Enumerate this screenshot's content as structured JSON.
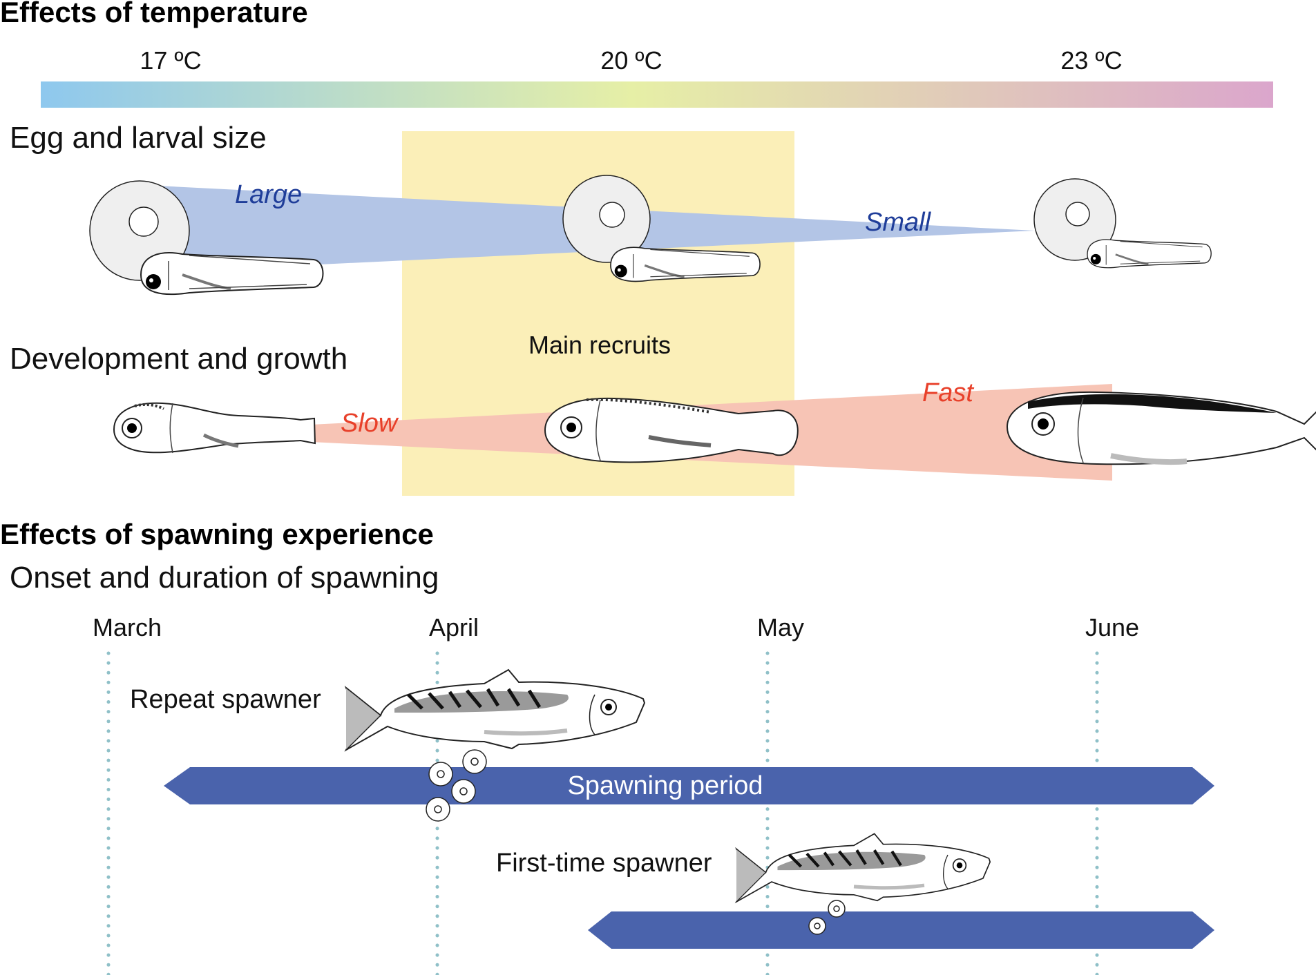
{
  "section_temperature": {
    "title": "Effects of temperature",
    "temperatures": [
      "17 ºC",
      "20 ºC",
      "23 ºC"
    ],
    "gradient_colors": [
      "#8ec8ee",
      "#e6efa6",
      "#dba6cc"
    ],
    "egg_larval": {
      "title": "Egg and larval size",
      "large_label": "Large",
      "small_label": "Small",
      "wedge_color": "#b3c5e6",
      "label_color": "#1f3d99"
    },
    "main_recruits": {
      "label": "Main recruits",
      "box_color": "#fbefb8",
      "label_color": "#d4891c"
    },
    "development": {
      "title": "Development and growth",
      "slow_label": "Slow",
      "fast_label": "Fast",
      "wedge_color": "#f7c4b5",
      "label_color": "#e8402a"
    }
  },
  "section_spawning": {
    "title": "Effects of spawning experience",
    "subtitle": "Onset and duration of spawning",
    "months": [
      "March",
      "April",
      "May",
      "June"
    ],
    "repeat_label": "Repeat spawner",
    "first_time_label": "First-time spawner",
    "period_label": "Spawning period",
    "bar_color": "#4a63ac",
    "dotted_color": "#8fc0c8"
  }
}
